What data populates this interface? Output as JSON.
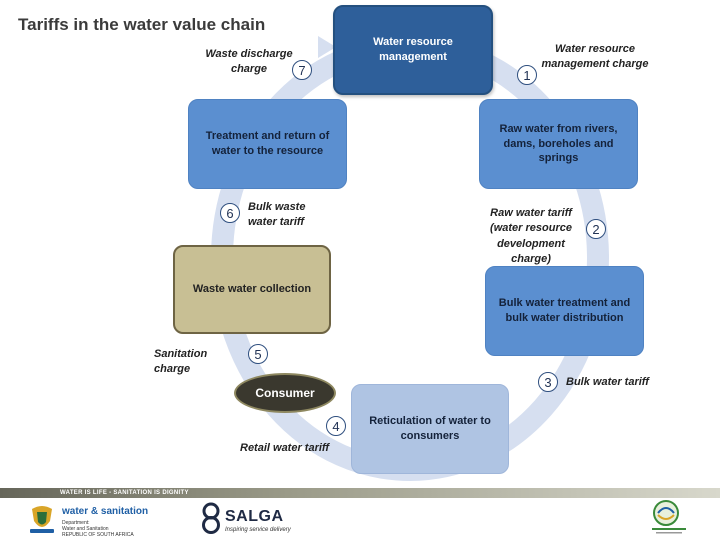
{
  "title": "Tariffs in the water value chain",
  "nodes": {
    "wrm": "Water resource management",
    "raw": "Raw water from rivers, dams, boreholes and springs",
    "bulk": "Bulk water treatment and bulk water distribution",
    "retic": "Reticulation of water to consumers",
    "consumer": "Consumer",
    "wwc": "Waste water collection",
    "treat": "Treatment and return of water to the resource"
  },
  "charges": [
    {
      "num": "1",
      "label": "Water resource management charge"
    },
    {
      "num": "2",
      "label": "Raw water tariff (water resource development charge)"
    },
    {
      "num": "3",
      "label": "Bulk water tariff"
    },
    {
      "num": "4",
      "label": "Retail water tariff"
    },
    {
      "num": "5",
      "label": "Sanitation charge"
    },
    {
      "num": "6",
      "label": "Bulk waste water tariff"
    },
    {
      "num": "7",
      "label": "Waste discharge charge"
    }
  ],
  "footer": {
    "slogan": "WATER IS LIFE - SANITATION IS DIGNITY",
    "ws_name": "water & sanitation",
    "ws_l1": "Department:",
    "ws_l2": "Water and Sanitation",
    "ws_l3": "REPUBLIC OF SOUTH AFRICA",
    "salga_name": "SALGA",
    "salga_tag": "Inspiring service delivery"
  },
  "colors": {
    "ring": "#d6dff0",
    "dark_box": "#2e5f9a",
    "mid_box": "#5b8fd0",
    "light_box": "#afc4e3",
    "tan_box": "#c8bf94",
    "consumer": "#3a382e"
  },
  "icons": [
    "south-africa-coat-of-arms-logo",
    "salga-logo",
    "ndp-logo"
  ]
}
